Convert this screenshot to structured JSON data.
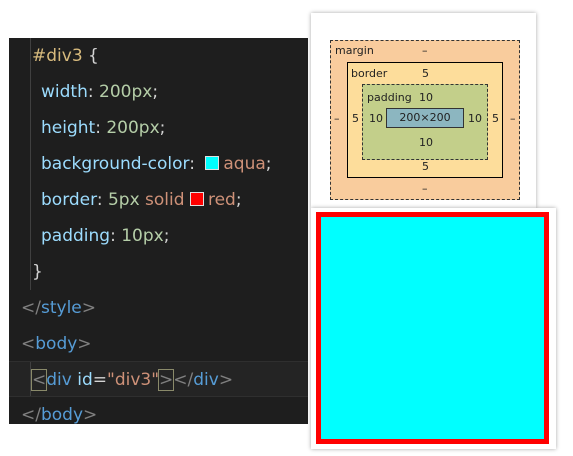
{
  "editor": {
    "selector": "#div3",
    "open_brace": " {",
    "rules": [
      {
        "prop": "width",
        "colon": ": ",
        "value": "200px",
        "semi": ";"
      },
      {
        "prop": "height",
        "colon": ": ",
        "value": "200px",
        "semi": ";"
      },
      {
        "prop": "background-color",
        "colon": ": ",
        "value": "aqua",
        "semi": ";",
        "swatch": "#00ffff"
      },
      {
        "prop": "border",
        "colon": ": ",
        "value_num": "5px",
        "value_kw": " solid ",
        "value": "red",
        "semi": ";",
        "swatch": "#ff0000"
      },
      {
        "prop": "padding",
        "colon": ": ",
        "value": "10px",
        "semi": ";"
      }
    ],
    "close_brace": "}",
    "style_close": {
      "open": "</",
      "name": "style",
      "end": ">"
    },
    "body_open": {
      "open": "<",
      "name": "body",
      "end": ">"
    },
    "div_line": {
      "lt": "<",
      "name": "div",
      "attr": " id",
      "eq": "=",
      "val": "\"div3\"",
      "gt": ">",
      "close_open": "</",
      "close_name": "div",
      "close_end": ">"
    },
    "body_close": {
      "open": "</",
      "name": "body",
      "end": ">"
    }
  },
  "box_model": {
    "margin_label": "margin",
    "margin_top": "–",
    "margin_bottom": "–",
    "margin_left": "–",
    "margin_right": "–",
    "border_label": "border",
    "border_top": "5",
    "border_bottom": "5",
    "border_left": "5",
    "border_right": "5",
    "padding_label": "padding",
    "padding_top": "10",
    "padding_bottom": "10",
    "padding_left": "10",
    "padding_right": "10",
    "content": "200×200"
  },
  "preview": {
    "background": "#00ffff",
    "border_color": "#ff0000"
  }
}
